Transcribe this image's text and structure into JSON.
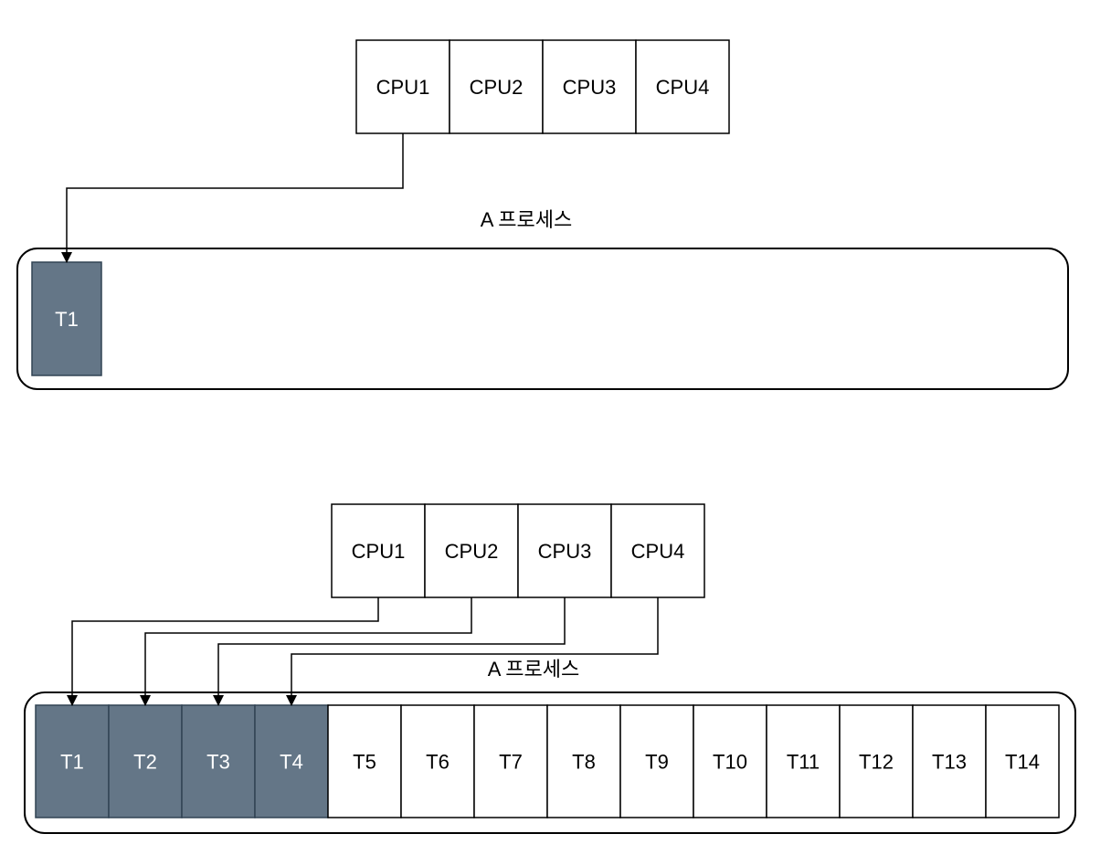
{
  "colors": {
    "active_thread_fill": "#647687",
    "active_thread_stroke": "#314354",
    "idle_fill": "#ffffff",
    "line": "#000000",
    "active_text": "#ffffff",
    "text": "#000000"
  },
  "diagram_top": {
    "cpus": [
      "CPU1",
      "CPU2",
      "CPU3",
      "CPU4"
    ],
    "process_label": "A 프로세스",
    "threads": [
      {
        "label": "T1",
        "active": true
      }
    ],
    "assignments": [
      {
        "cpu": "CPU1",
        "thread": "T1"
      }
    ]
  },
  "diagram_bottom": {
    "cpus": [
      "CPU1",
      "CPU2",
      "CPU3",
      "CPU4"
    ],
    "process_label": "A 프로세스",
    "threads": [
      {
        "label": "T1",
        "active": true
      },
      {
        "label": "T2",
        "active": true
      },
      {
        "label": "T3",
        "active": true
      },
      {
        "label": "T4",
        "active": true
      },
      {
        "label": "T5",
        "active": false
      },
      {
        "label": "T6",
        "active": false
      },
      {
        "label": "T7",
        "active": false
      },
      {
        "label": "T8",
        "active": false
      },
      {
        "label": "T9",
        "active": false
      },
      {
        "label": "T10",
        "active": false
      },
      {
        "label": "T11",
        "active": false
      },
      {
        "label": "T12",
        "active": false
      },
      {
        "label": "T13",
        "active": false
      },
      {
        "label": "T14",
        "active": false
      }
    ],
    "assignments": [
      {
        "cpu": "CPU1",
        "thread": "T1"
      },
      {
        "cpu": "CPU2",
        "thread": "T2"
      },
      {
        "cpu": "CPU3",
        "thread": "T3"
      },
      {
        "cpu": "CPU4",
        "thread": "T4"
      }
    ]
  }
}
